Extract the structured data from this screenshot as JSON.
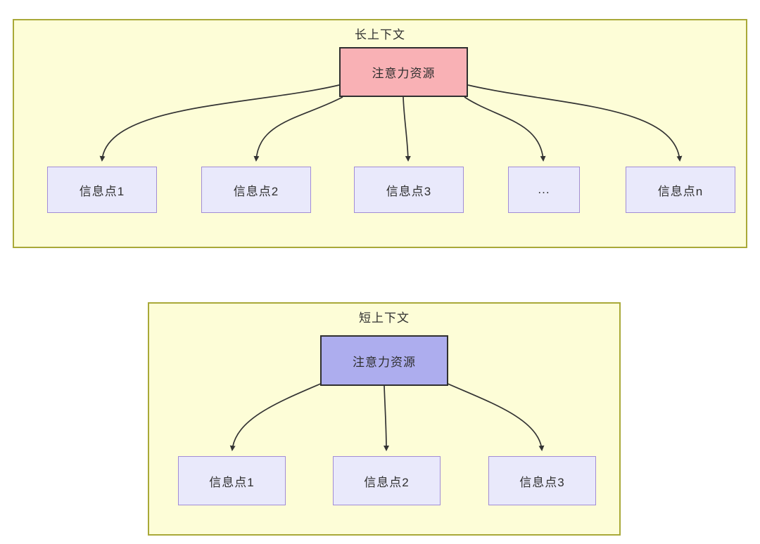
{
  "diagram": {
    "long_context": {
      "title": "长上下文",
      "attention": {
        "label": "注意力资源",
        "fill": "#f9b1b5"
      },
      "info_points": [
        {
          "label": "信息点1"
        },
        {
          "label": "信息点2"
        },
        {
          "label": "信息点3"
        },
        {
          "label": "..."
        },
        {
          "label": "信息点n"
        }
      ]
    },
    "short_context": {
      "title": "短上下文",
      "attention": {
        "label": "注意力资源",
        "fill": "#adadee"
      },
      "info_points": [
        {
          "label": "信息点1"
        },
        {
          "label": "信息点2"
        },
        {
          "label": "信息点3"
        }
      ]
    },
    "colors": {
      "container_fill": "#fdfdd7",
      "container_border": "#a9a938",
      "attention_long_fill": "#f9b1b5",
      "attention_short_fill": "#adadee",
      "info_fill": "#e9e9fb",
      "info_border": "#a18cd6",
      "node_border": "#2f2f2f",
      "arrow": "#333333",
      "text": "#2f2f2f"
    }
  }
}
